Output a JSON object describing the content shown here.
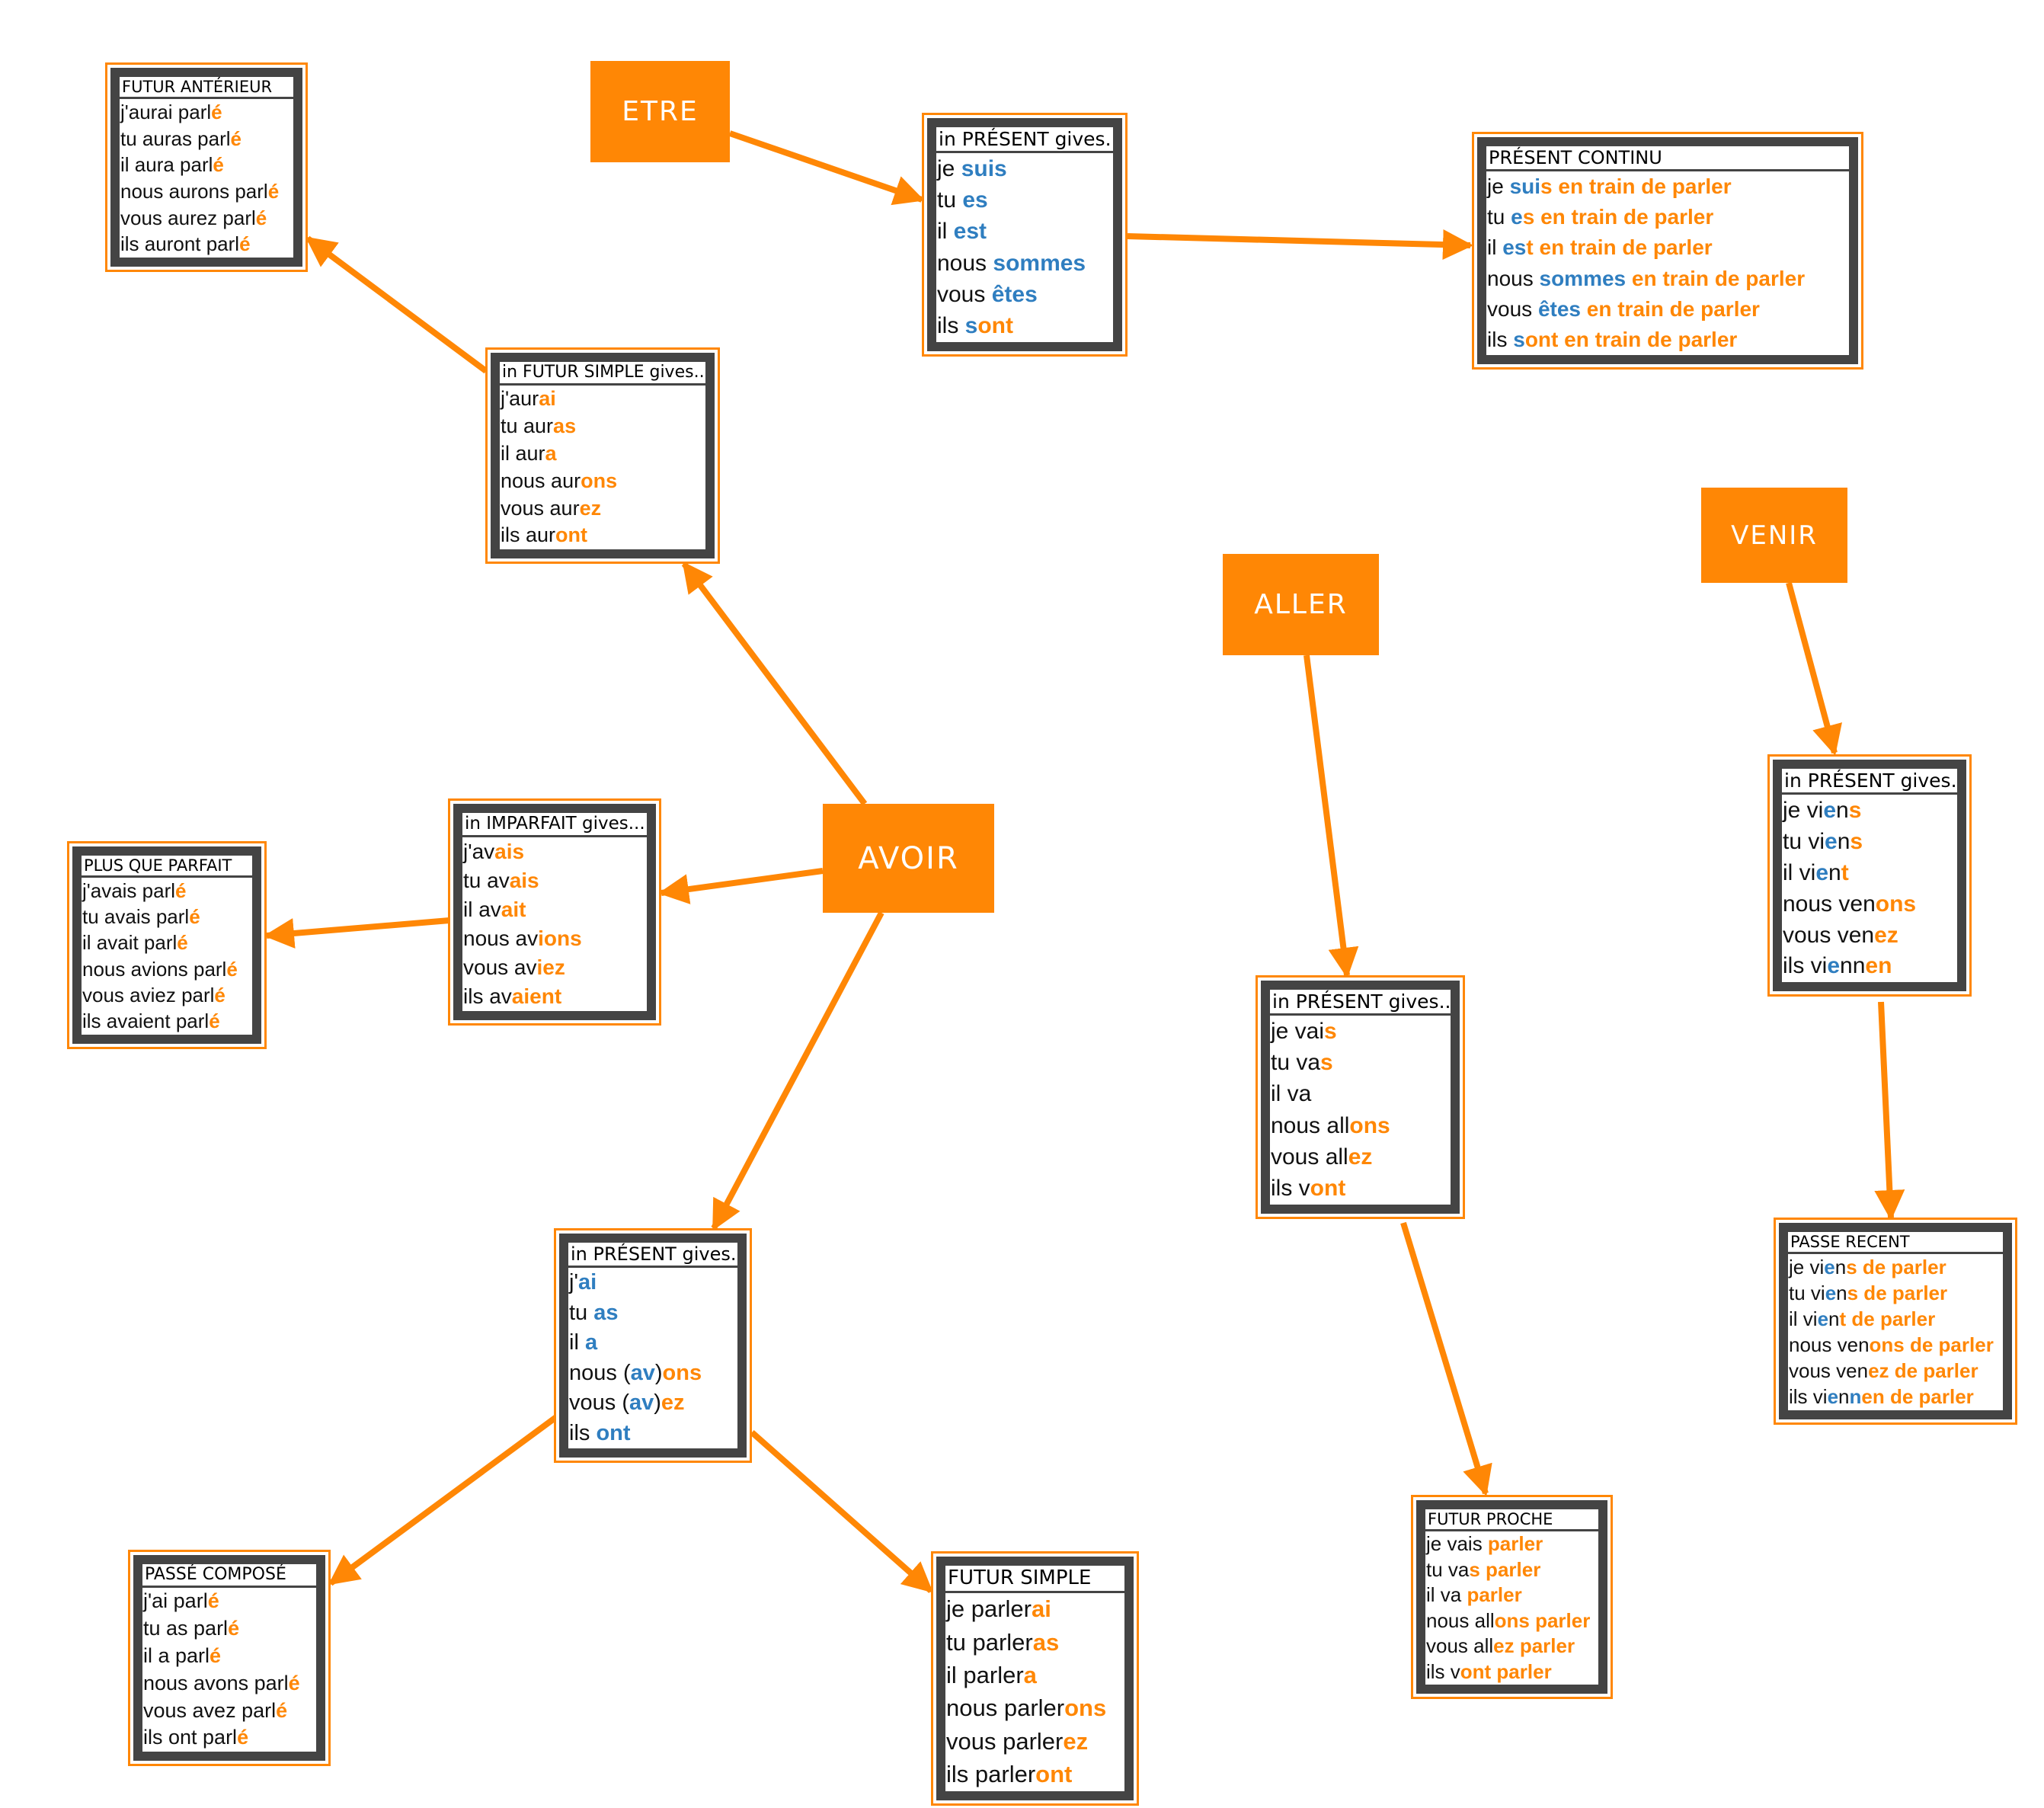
{
  "colors": {
    "orange": "#ff8705",
    "blue": "#2f7ec0",
    "frame": "#444444",
    "text": "#111111"
  },
  "verbs": {
    "etre": "ETRE",
    "avoir": "AVOIR",
    "aller": "ALLER",
    "venir": "VENIR"
  },
  "cards": {
    "etre_present": {
      "title": "in PRÉSENT gives...",
      "rows": [
        [
          [
            "je ",
            ""
          ],
          [
            "suis",
            "b"
          ]
        ],
        [
          [
            "tu ",
            ""
          ],
          [
            "es",
            "b"
          ]
        ],
        [
          [
            "il ",
            ""
          ],
          [
            "est",
            "b"
          ]
        ],
        [
          [
            "nous ",
            ""
          ],
          [
            "sommes",
            "b"
          ]
        ],
        [
          [
            "vous ",
            ""
          ],
          [
            "êtes",
            "b"
          ]
        ],
        [
          [
            "ils ",
            ""
          ],
          [
            "s",
            "b"
          ],
          [
            "ont",
            "o"
          ]
        ]
      ]
    },
    "present_continu": {
      "title": "PRÉSENT CONTINU",
      "rows": [
        [
          [
            "je ",
            ""
          ],
          [
            "sui",
            "b"
          ],
          [
            "s en train de parler",
            "o"
          ]
        ],
        [
          [
            "tu ",
            ""
          ],
          [
            "e",
            "b"
          ],
          [
            "s en train de parler",
            "o"
          ]
        ],
        [
          [
            "il ",
            ""
          ],
          [
            "es",
            "b"
          ],
          [
            "t en train de parler",
            "o"
          ]
        ],
        [
          [
            "nous ",
            ""
          ],
          [
            "sommes",
            "b"
          ],
          [
            " en train de parler",
            "o"
          ]
        ],
        [
          [
            "vous ",
            ""
          ],
          [
            "êtes",
            "b"
          ],
          [
            " en train de parler",
            "o"
          ]
        ],
        [
          [
            "ils ",
            ""
          ],
          [
            "s",
            "b"
          ],
          [
            "ont en train de parler",
            "o"
          ]
        ]
      ]
    },
    "futur_anterieur": {
      "title": "FUTUR ANTÉRIEUR",
      "rows": [
        [
          [
            "j'aurai parl",
            ""
          ],
          [
            "é",
            "o"
          ]
        ],
        [
          [
            "tu auras parl",
            ""
          ],
          [
            "é",
            "o"
          ]
        ],
        [
          [
            "il aura parl",
            ""
          ],
          [
            "é",
            "o"
          ]
        ],
        [
          [
            "nous aurons parl",
            ""
          ],
          [
            "é",
            "o"
          ]
        ],
        [
          [
            "vous aurez parl",
            ""
          ],
          [
            "é",
            "o"
          ]
        ],
        [
          [
            "ils auront parl",
            ""
          ],
          [
            "é",
            "o"
          ]
        ]
      ]
    },
    "avoir_futur_simple": {
      "title": "in FUTUR SIMPLE gives...",
      "rows": [
        [
          [
            "j'aur",
            ""
          ],
          [
            "ai",
            "o"
          ]
        ],
        [
          [
            "tu aur",
            ""
          ],
          [
            "as",
            "o"
          ]
        ],
        [
          [
            "il aur",
            ""
          ],
          [
            "a",
            "o"
          ]
        ],
        [
          [
            "nous aur",
            ""
          ],
          [
            "ons",
            "o"
          ]
        ],
        [
          [
            "vous aur",
            ""
          ],
          [
            "ez",
            "o"
          ]
        ],
        [
          [
            "ils aur",
            ""
          ],
          [
            "ont",
            "o"
          ]
        ]
      ]
    },
    "avoir_imparfait": {
      "title": "in IMPARFAIT gives...",
      "rows": [
        [
          [
            "j'av",
            ""
          ],
          [
            "ais",
            "o"
          ]
        ],
        [
          [
            "tu av",
            ""
          ],
          [
            "ais",
            "o"
          ]
        ],
        [
          [
            "il av",
            ""
          ],
          [
            "ait",
            "o"
          ]
        ],
        [
          [
            "nous av",
            ""
          ],
          [
            "ions",
            "o"
          ]
        ],
        [
          [
            "vous av",
            ""
          ],
          [
            "iez",
            "o"
          ]
        ],
        [
          [
            "ils av",
            ""
          ],
          [
            "aient",
            "o"
          ]
        ]
      ]
    },
    "plus_que_parfait": {
      "title": "PLUS QUE PARFAIT",
      "rows": [
        [
          [
            "j'avais parl",
            ""
          ],
          [
            "é",
            "o"
          ]
        ],
        [
          [
            "tu avais parl",
            ""
          ],
          [
            "é",
            "o"
          ]
        ],
        [
          [
            "il avait parl",
            ""
          ],
          [
            "é",
            "o"
          ]
        ],
        [
          [
            "nous avions parl",
            ""
          ],
          [
            "é",
            "o"
          ]
        ],
        [
          [
            "vous aviez parl",
            ""
          ],
          [
            "é",
            "o"
          ]
        ],
        [
          [
            "ils avaient parl",
            ""
          ],
          [
            "é",
            "o"
          ]
        ]
      ]
    },
    "avoir_present": {
      "title": "in PRÉSENT gives...",
      "rows": [
        [
          [
            "j'",
            ""
          ],
          [
            "ai",
            "b"
          ]
        ],
        [
          [
            "tu ",
            ""
          ],
          [
            "as",
            "b"
          ]
        ],
        [
          [
            "il ",
            ""
          ],
          [
            "a",
            "b"
          ]
        ],
        [
          [
            "nous (",
            ""
          ],
          [
            "av",
            "b"
          ],
          [
            ")",
            ""
          ],
          [
            "ons",
            "o"
          ]
        ],
        [
          [
            "vous (",
            ""
          ],
          [
            "av",
            "b"
          ],
          [
            ")",
            ""
          ],
          [
            "ez",
            "o"
          ]
        ],
        [
          [
            "ils ",
            ""
          ],
          [
            "ont",
            "b"
          ]
        ]
      ]
    },
    "passe_compose": {
      "title": "PASSÉ COMPOSÉ",
      "rows": [
        [
          [
            "j'ai parl",
            ""
          ],
          [
            "é",
            "o"
          ]
        ],
        [
          [
            "tu as parl",
            ""
          ],
          [
            "é",
            "o"
          ]
        ],
        [
          [
            "il a parl",
            ""
          ],
          [
            "é",
            "o"
          ]
        ],
        [
          [
            "nous avons parl",
            ""
          ],
          [
            "é",
            "o"
          ]
        ],
        [
          [
            "vous avez parl",
            ""
          ],
          [
            "é",
            "o"
          ]
        ],
        [
          [
            "ils ont parl",
            ""
          ],
          [
            "é",
            "o"
          ]
        ]
      ]
    },
    "futur_simple": {
      "title": "FUTUR SIMPLE",
      "rows": [
        [
          [
            "je parler",
            ""
          ],
          [
            "ai",
            "o"
          ]
        ],
        [
          [
            "tu parler",
            ""
          ],
          [
            "as",
            "o"
          ]
        ],
        [
          [
            "il parler",
            ""
          ],
          [
            "a",
            "o"
          ]
        ],
        [
          [
            "nous parler",
            ""
          ],
          [
            "ons",
            "o"
          ]
        ],
        [
          [
            "vous parler",
            ""
          ],
          [
            "ez",
            "o"
          ]
        ],
        [
          [
            "ils parler",
            ""
          ],
          [
            "ont",
            "o"
          ]
        ]
      ]
    },
    "aller_present": {
      "title": "in PRÉSENT gives...",
      "rows": [
        [
          [
            "je vai",
            ""
          ],
          [
            "s",
            "o"
          ]
        ],
        [
          [
            "tu va",
            ""
          ],
          [
            "s",
            "o"
          ]
        ],
        [
          [
            "il va",
            ""
          ]
        ],
        [
          [
            "nous all",
            ""
          ],
          [
            "ons",
            "o"
          ]
        ],
        [
          [
            "vous all",
            ""
          ],
          [
            "ez",
            "o"
          ]
        ],
        [
          [
            "ils v",
            ""
          ],
          [
            "ont",
            "o"
          ]
        ]
      ]
    },
    "futur_proche": {
      "title": "FUTUR PROCHE",
      "rows": [
        [
          [
            "je vais ",
            ""
          ],
          [
            "parler",
            "o"
          ]
        ],
        [
          [
            "tu va",
            ""
          ],
          [
            "s  parler",
            "o"
          ]
        ],
        [
          [
            "il va ",
            ""
          ],
          [
            "parler",
            "o"
          ]
        ],
        [
          [
            "nous all",
            ""
          ],
          [
            "ons parler",
            "o"
          ]
        ],
        [
          [
            "vous all",
            ""
          ],
          [
            "ez parler",
            "o"
          ]
        ],
        [
          [
            "ils v",
            ""
          ],
          [
            "ont parler",
            "o"
          ]
        ]
      ]
    },
    "venir_present": {
      "title": "in PRÉSENT gives...",
      "rows": [
        [
          [
            "je vi",
            ""
          ],
          [
            "e",
            "b"
          ],
          [
            "n",
            ""
          ],
          [
            "s",
            "o"
          ]
        ],
        [
          [
            "tu vi",
            ""
          ],
          [
            "e",
            "b"
          ],
          [
            "n",
            ""
          ],
          [
            "s",
            "o"
          ]
        ],
        [
          [
            "il vi",
            ""
          ],
          [
            "e",
            "b"
          ],
          [
            "n",
            ""
          ],
          [
            "t",
            "o"
          ]
        ],
        [
          [
            "nous ven",
            ""
          ],
          [
            "ons",
            "o"
          ]
        ],
        [
          [
            "vous ven",
            ""
          ],
          [
            "ez",
            "o"
          ]
        ],
        [
          [
            "ils vi",
            ""
          ],
          [
            "e",
            "b"
          ],
          [
            "nn",
            ""
          ],
          [
            "en",
            "o"
          ]
        ]
      ]
    },
    "passe_recent": {
      "title": "PASSE RECENT",
      "rows": [
        [
          [
            "je vi",
            ""
          ],
          [
            "e",
            "b"
          ],
          [
            "n",
            ""
          ],
          [
            "s de parler",
            "o"
          ]
        ],
        [
          [
            "tu vi",
            ""
          ],
          [
            "e",
            "b"
          ],
          [
            "n",
            ""
          ],
          [
            "s de parler",
            "o"
          ]
        ],
        [
          [
            "il vi",
            ""
          ],
          [
            "e",
            "b"
          ],
          [
            "n",
            ""
          ],
          [
            "t de parler",
            "o"
          ]
        ],
        [
          [
            "nous ven",
            ""
          ],
          [
            "ons de parler",
            "o"
          ]
        ],
        [
          [
            "vous ven",
            ""
          ],
          [
            "ez de parler",
            "o"
          ]
        ],
        [
          [
            "ils vi",
            ""
          ],
          [
            "e",
            "b"
          ],
          [
            "n",
            ""
          ],
          [
            "n",
            "b"
          ],
          [
            "en de parler",
            "o"
          ]
        ]
      ]
    }
  }
}
